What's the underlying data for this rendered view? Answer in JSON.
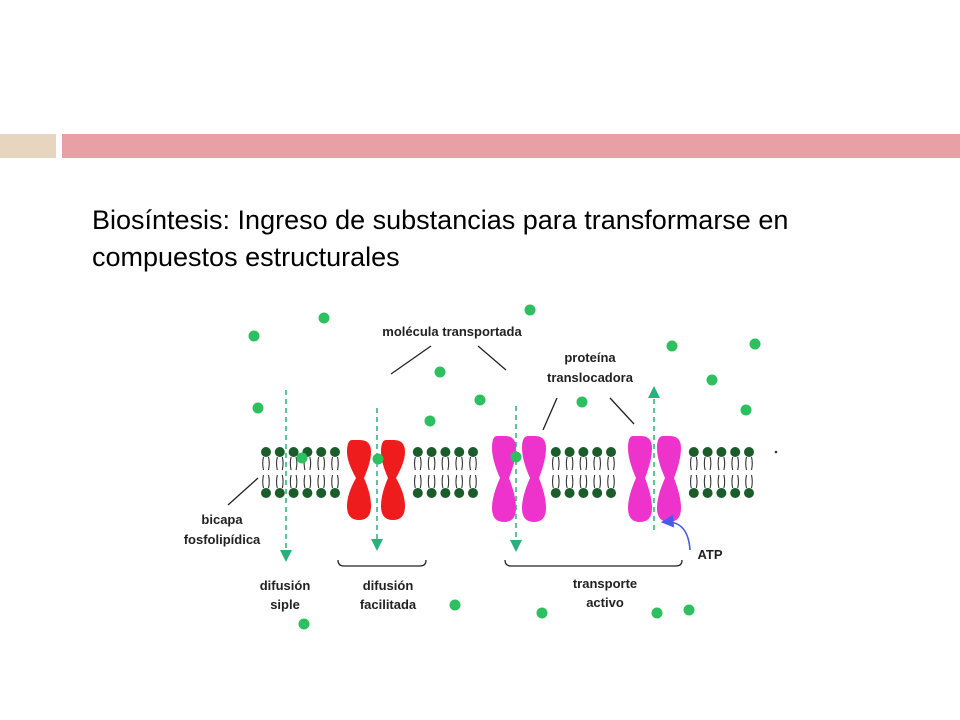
{
  "slide": {
    "title": "Biosíntesis: Ingreso de substancias para transformarse en compuestos estructurales"
  },
  "diagram": {
    "labels": {
      "molecule": "molécula transportada",
      "protein_line1": "proteína",
      "protein_line2": "translocadora",
      "bilayer_line1": "bicapa",
      "bilayer_line2": "fosfolipídica",
      "simple_line1": "difusión",
      "simple_line2": "siple",
      "facilitated_line1": "difusión",
      "facilitated_line2": "facilitada",
      "active_line1": "transporte",
      "active_line2": "activo",
      "atp": "ATP"
    },
    "colors": {
      "molecule": "#2ec060",
      "lipid_head": "#1a5c2a",
      "channel_protein": "#ee1c1c",
      "carrier_protein": "#ee33cc",
      "dashed_arrow": "#2ab07a",
      "atp_arrow": "#4a5ae8",
      "accent_bar": "#e8a0a4",
      "accent_bar_left": "#e8d5c0"
    }
  }
}
